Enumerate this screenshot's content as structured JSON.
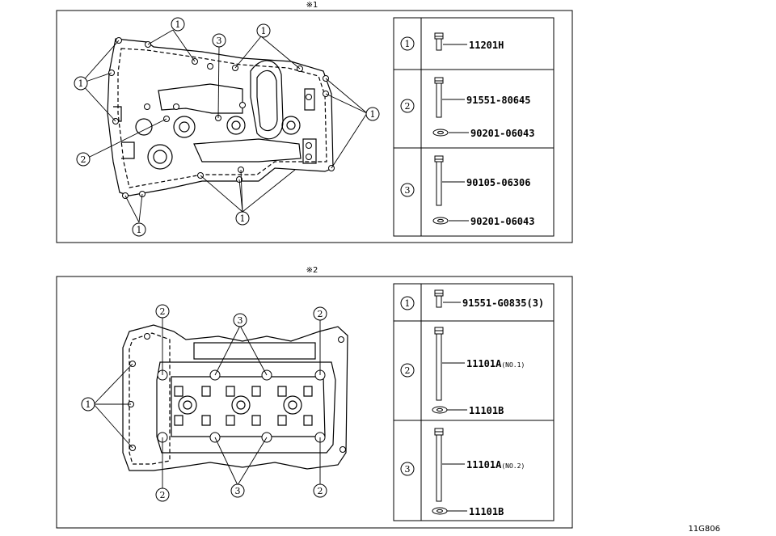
{
  "figure_code": "11G806",
  "panels": [
    {
      "mark": "※1",
      "rows": [
        {
          "num": "1",
          "parts": [
            {
              "no": "11201H",
              "sub": ""
            }
          ]
        },
        {
          "num": "2",
          "parts": [
            {
              "no": "91551-80645",
              "sub": ""
            },
            {
              "no": "90201-06043",
              "sub": ""
            }
          ]
        },
        {
          "num": "3",
          "parts": [
            {
              "no": "90105-06306",
              "sub": ""
            },
            {
              "no": "90201-06043",
              "sub": ""
            }
          ]
        }
      ],
      "callouts": [
        "1",
        "1",
        "3",
        "1",
        "1",
        "2",
        "1",
        "1"
      ]
    },
    {
      "mark": "※2",
      "rows": [
        {
          "num": "1",
          "parts": [
            {
              "no": "91551-G0835(3)",
              "sub": ""
            }
          ]
        },
        {
          "num": "2",
          "parts": [
            {
              "no": "11101A",
              "sub": "(NO.1)"
            },
            {
              "no": "11101B",
              "sub": ""
            }
          ]
        },
        {
          "num": "3",
          "parts": [
            {
              "no": "11101A",
              "sub": "(NO.2)"
            },
            {
              "no": "11101B",
              "sub": ""
            }
          ]
        }
      ],
      "callouts": [
        "2",
        "3",
        "2",
        "1",
        "2",
        "3",
        "2"
      ]
    }
  ]
}
